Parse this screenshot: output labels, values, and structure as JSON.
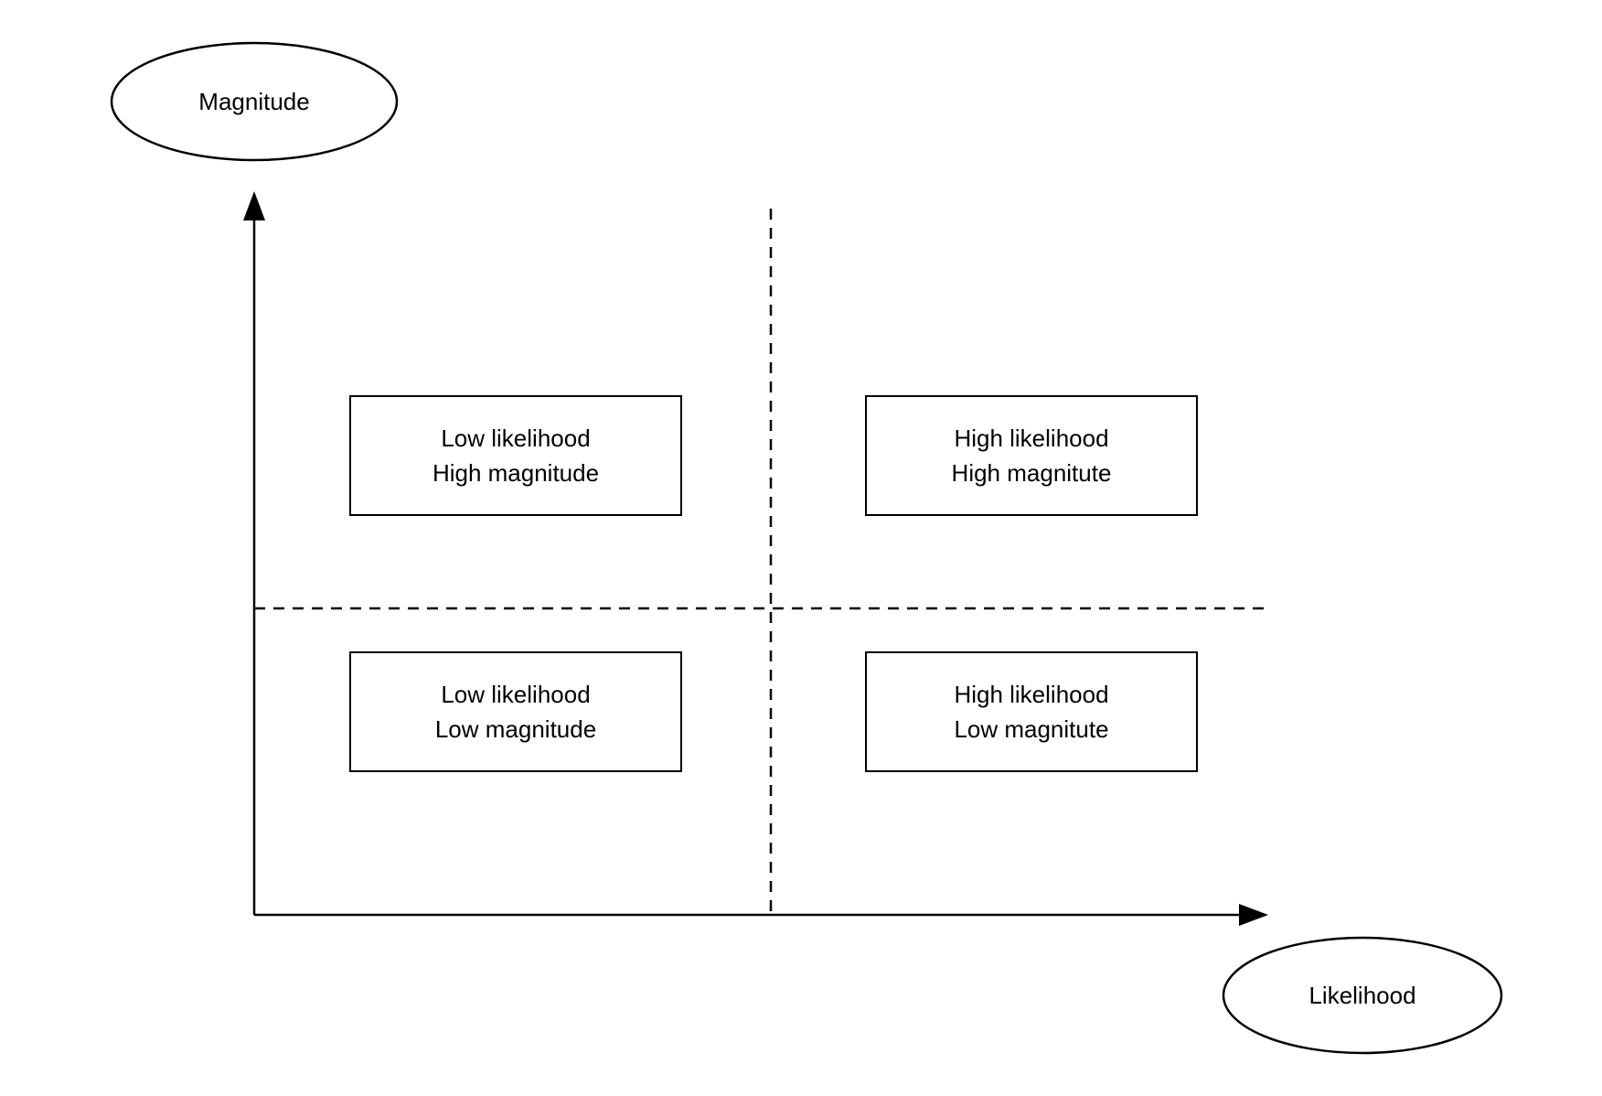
{
  "diagram": {
    "axes": {
      "y_label": "Magnitude",
      "x_label": "Likelihood"
    },
    "quadrants": {
      "top_left": {
        "line1": "Low likelihood",
        "line2": "High magnitude"
      },
      "top_right": {
        "line1": "High likelihood",
        "line2": "High magnitute"
      },
      "bottom_left": {
        "line1": "Low likelihood",
        "line2": "Low magnitude"
      },
      "bottom_right": {
        "line1": "High likelihood",
        "line2": "Low magnitute"
      }
    },
    "colors": {
      "stroke": "#000000",
      "shape_fill": "#ffffff",
      "background": "#ffffff"
    }
  }
}
